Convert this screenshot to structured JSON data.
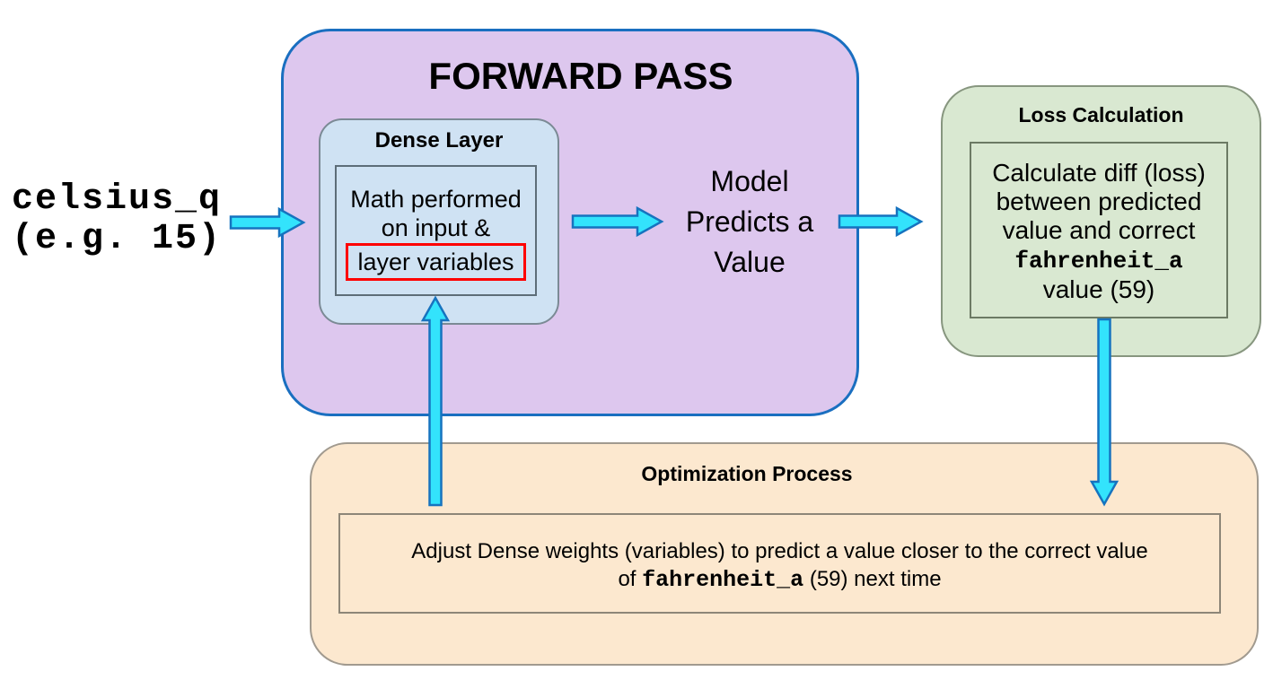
{
  "diagram": {
    "input": {
      "variable": "celsius_q",
      "example": "(e.g. 15)"
    },
    "forward_pass": {
      "title": "FORWARD PASS",
      "dense_layer": {
        "title": "Dense Layer",
        "line1": "Math performed",
        "line2": "on input &",
        "highlighted": "layer variables"
      },
      "output": {
        "line1": "Model",
        "line2": "Predicts a",
        "line3": "Value"
      }
    },
    "loss": {
      "title": "Loss Calculation",
      "line1": "Calculate diff (loss)",
      "line2": "between predicted",
      "line3": "value and correct",
      "code": "fahrenheit_a",
      "line5": "value (59)"
    },
    "optimization": {
      "title": "Optimization Process",
      "line1": "Adjust Dense weights (variables) to predict a value closer to the correct value",
      "line2_pre": "of ",
      "line2_code": "fahrenheit_a",
      "line2_post": " (59) next time"
    },
    "colors": {
      "forward_pass_fill": "#ddc7ee",
      "forward_pass_border": "#1a6fc0",
      "dense_layer_fill": "#cfe2f3",
      "loss_fill": "#d9e8d1",
      "optimization_fill": "#fce8cf",
      "inner_box_border": "#5d6d78",
      "highlight_border": "#fe0000",
      "arrow_fill": "#33e3fc",
      "arrow_border": "#1673bf"
    }
  }
}
